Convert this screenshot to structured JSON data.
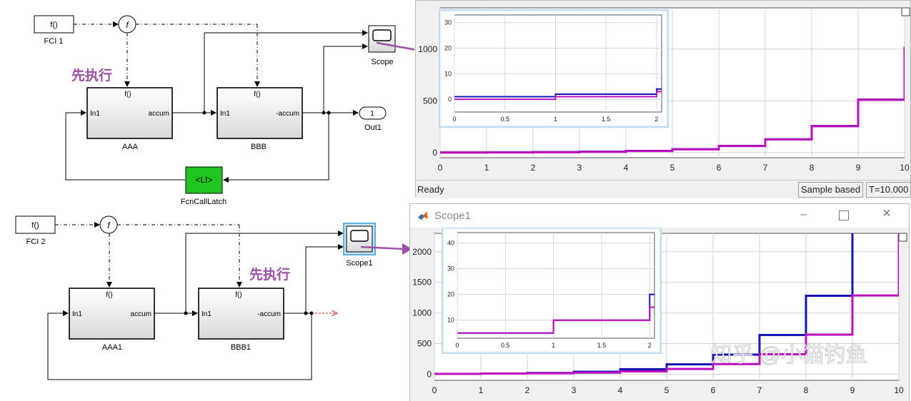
{
  "diagram_top": {
    "fci_label": "f()",
    "fci_name": "FCI 1",
    "fsym": "f",
    "note": "先执行",
    "aaa": {
      "fcall": "f()",
      "in": "In1",
      "out": "accum",
      "name": "AAA"
    },
    "bbb": {
      "fcall": "f()",
      "in": "In1",
      "out": "-accum",
      "name": "BBB"
    },
    "out_num": "1",
    "out_name": "Out1",
    "scope_name": "Scope",
    "latch_label": "<Lf>",
    "latch_name": "FcnCallLatch"
  },
  "diagram_bottom": {
    "fci_label": "f()",
    "fci_name": "FCI 2",
    "fsym": "f",
    "note": "先执行",
    "aaa": {
      "fcall": "f()",
      "in": "In1",
      "out": "accum",
      "name": "AAA1"
    },
    "bbb": {
      "fcall": "f()",
      "in": "In1",
      "out": "-accum",
      "name": "BBB1"
    },
    "scope_name": "Scope1"
  },
  "scope_top": {
    "status_ready": "Ready",
    "status_mode": "Sample based",
    "status_time": "T=10.000",
    "x_ticks": [
      "0",
      "1",
      "2",
      "3",
      "4",
      "5",
      "6",
      "7",
      "8",
      "9",
      "10"
    ],
    "y_ticks": [
      "0",
      "500",
      "1000"
    ],
    "inset_x_ticks": [
      "0",
      "0.5",
      "1",
      "1.5",
      "2"
    ],
    "inset_y_ticks": [
      "0",
      "10",
      "20",
      "30"
    ]
  },
  "scope_bottom": {
    "title": "Scope1",
    "x_ticks": [
      "0",
      "1",
      "2",
      "3",
      "4",
      "5",
      "6",
      "7",
      "8",
      "9",
      "10"
    ],
    "y_ticks": [
      "0",
      "500",
      "1000",
      "1500",
      "2000"
    ],
    "inset_x_ticks": [
      "0",
      "0.5",
      "1",
      "1.5",
      "2"
    ],
    "inset_y_ticks": [
      "10",
      "20",
      "30",
      "40"
    ],
    "watermark": "知乎 @小猫钓鱼"
  },
  "colors": {
    "blue": "#1515b5",
    "magenta": "#bb10bb",
    "annotation": "#9b4fa5",
    "latch_green": "#1fc61f"
  },
  "chart_data": [
    {
      "type": "line",
      "title": "",
      "xlabel": "",
      "ylabel": "",
      "xlim": [
        0,
        10
      ],
      "ylim": [
        -50,
        1400
      ],
      "series": [
        {
          "x": [
            0,
            1,
            2,
            3,
            4,
            5,
            6,
            7,
            8,
            9,
            10
          ],
          "values": [
            1,
            2,
            4,
            8,
            16,
            32,
            64,
            128,
            256,
            512,
            1024
          ]
        },
        {
          "x": [
            0,
            1,
            2,
            3,
            4,
            5,
            6,
            7,
            8,
            9,
            10
          ],
          "values": [
            0,
            1,
            3,
            7,
            15,
            31,
            63,
            127,
            255,
            511,
            1023
          ]
        }
      ]
    },
    {
      "type": "line",
      "title": "",
      "xlabel": "",
      "ylabel": "",
      "xlim": [
        0,
        10
      ],
      "ylim": [
        -100,
        2300
      ],
      "series": [
        {
          "x": [
            0,
            1,
            2,
            3,
            4,
            5,
            6,
            7,
            8,
            9,
            10
          ],
          "values": [
            5,
            10,
            20,
            40,
            80,
            160,
            320,
            640,
            1280,
            2560,
            5120
          ]
        },
        {
          "x": [
            0,
            1,
            2,
            3,
            4,
            5,
            6,
            7,
            8,
            9,
            10
          ],
          "values": [
            5,
            10,
            15,
            25,
            45,
            85,
            165,
            325,
            645,
            1285,
            2565
          ]
        }
      ]
    }
  ]
}
